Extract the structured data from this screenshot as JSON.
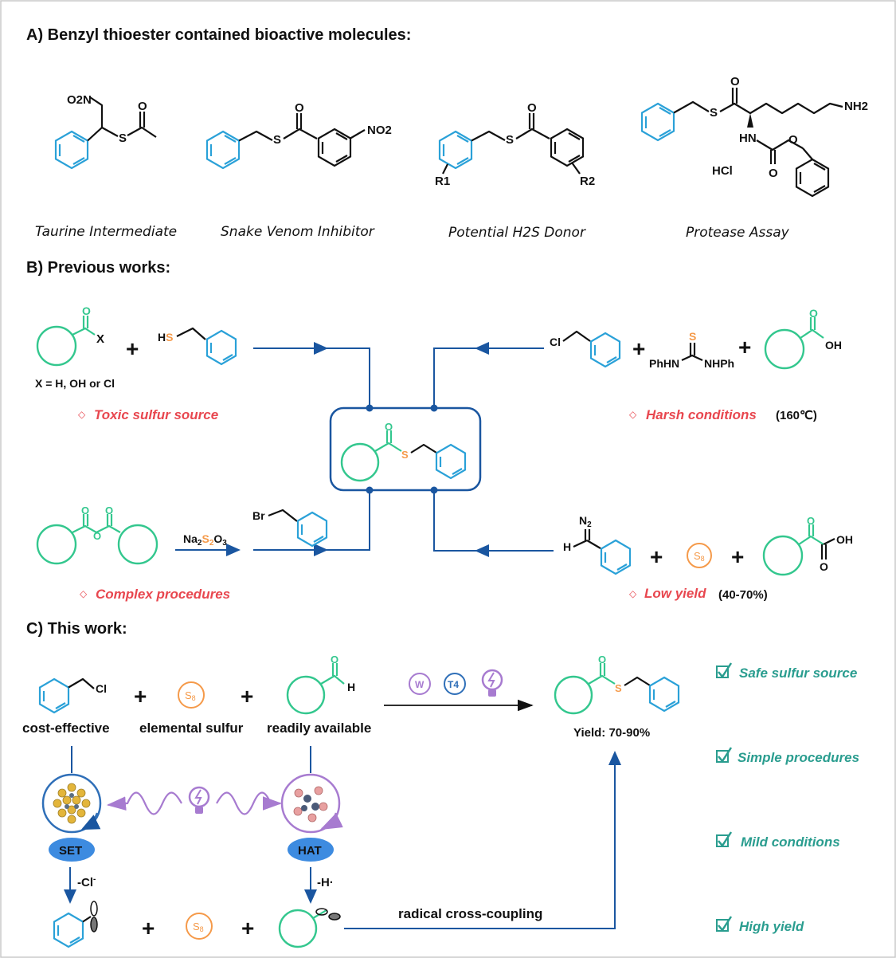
{
  "section_a": {
    "title": "A) Benzyl thioester contained bioactive molecules:",
    "captions": [
      "Taurine Intermediate",
      "Snake Venom Inhibitor",
      "Potential H2S Donor",
      "Protease Assay"
    ],
    "atoms": {
      "o2n": "O2N",
      "s": "S",
      "o": "O",
      "no2": "NO2",
      "r1": "R1",
      "r2": "R2",
      "nh2": "NH2",
      "hn": "HN",
      "hcl": "HCl"
    }
  },
  "section_b": {
    "title": "B) Previous works:",
    "x_note": "X = H, OH or Cl",
    "x": "X",
    "hs": "HS",
    "cl": "Cl",
    "br": "Br",
    "thiourea_s": "S",
    "phhn": "PhHN",
    "nhph": "NHPh",
    "oh": "OH",
    "na2s2o3": "Na2S2O3",
    "n2": "N2",
    "h": "H",
    "s8": "S8",
    "drawbacks": [
      {
        "text": "Toxic sulfur source",
        "extra": ""
      },
      {
        "text": "Harsh conditions",
        "extra": "(160℃)"
      },
      {
        "text": "Complex procedures",
        "extra": ""
      },
      {
        "text": "Low yield",
        "extra": "(40-70%)"
      }
    ],
    "diamond": "◇",
    "plus": "+"
  },
  "section_c": {
    "title": "C) This work:",
    "reagents": [
      "cost-effective",
      "elemental sulfur",
      "readily available"
    ],
    "cl": "Cl",
    "h": "H",
    "s8": "S8",
    "catalysts": [
      "W",
      "T4"
    ],
    "yield": "Yield: 70-90%",
    "set": "SET",
    "hat": "HAT",
    "minus_cl": "-Cl",
    "minus_h": "-H·",
    "coupling": "radical cross-coupling",
    "advantages": [
      "Safe sulfur source",
      "Simple procedures",
      "Mild conditions",
      "High yield"
    ],
    "colors": {
      "blue_ring": "#2aa1d8",
      "green_ring": "#33c78e",
      "orange": "#f59a4a",
      "purple": "#a77bd0",
      "flow": "#1a56a0",
      "red": "#e8474f",
      "teal": "#2a9d8f"
    }
  }
}
